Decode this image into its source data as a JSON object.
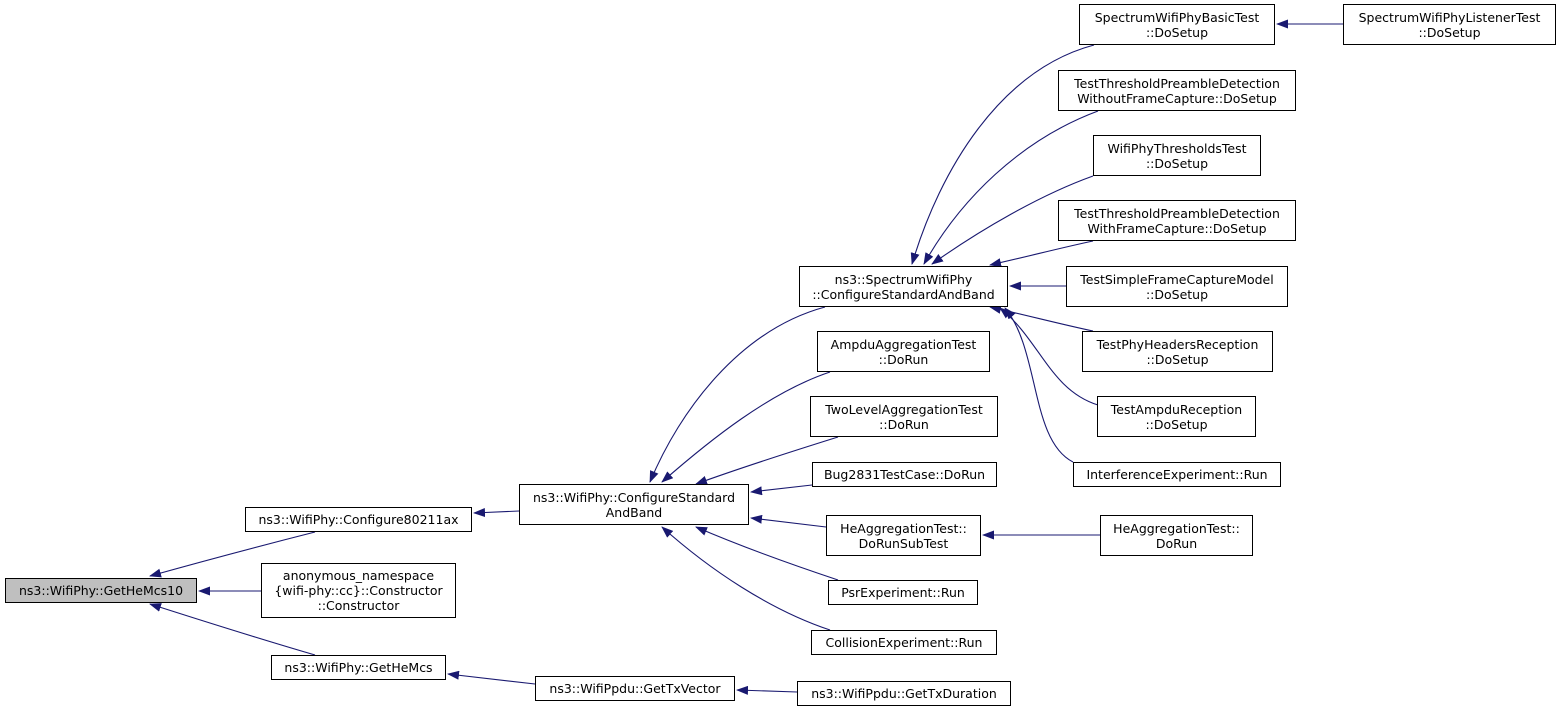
{
  "colors": {
    "edge": "#191970",
    "node_border": "#000000",
    "node_fill": "#ffffff",
    "focus_fill": "#bfbfbf"
  },
  "nodes": {
    "n_gethemcs10": {
      "lines": [
        "ns3::WifiPhy::GetHeMcs10"
      ],
      "focus": true
    },
    "n_configure80211ax": {
      "lines": [
        "ns3::WifiPhy::Configure80211ax"
      ]
    },
    "n_anon_ctor": {
      "lines": [
        "anonymous_namespace",
        "{wifi-phy::cc}::Constructor",
        "::Constructor"
      ]
    },
    "n_gethemcs": {
      "lines": [
        "ns3::WifiPhy::GetHeMcs"
      ]
    },
    "n_wifiphy_csab": {
      "lines": [
        "ns3::WifiPhy::ConfigureStandard",
        "AndBand"
      ]
    },
    "n_gettxvector": {
      "lines": [
        "ns3::WifiPpdu::GetTxVector"
      ]
    },
    "n_spectrum_csab": {
      "lines": [
        "ns3::SpectrumWifiPhy",
        "::ConfigureStandardAndBand"
      ]
    },
    "n_ampdu_agg": {
      "lines": [
        "AmpduAggregationTest",
        "::DoRun"
      ]
    },
    "n_twolevel": {
      "lines": [
        "TwoLevelAggregationTest",
        "::DoRun"
      ]
    },
    "n_bug2831": {
      "lines": [
        "Bug2831TestCase::DoRun"
      ]
    },
    "n_he_subtest": {
      "lines": [
        "HeAggregationTest::",
        "DoRunSubTest"
      ]
    },
    "n_psr": {
      "lines": [
        "PsrExperiment::Run"
      ]
    },
    "n_collision": {
      "lines": [
        "CollisionExperiment::Run"
      ]
    },
    "n_gettxduration": {
      "lines": [
        "ns3::WifiPpdu::GetTxDuration"
      ]
    },
    "n_basic": {
      "lines": [
        "SpectrumWifiPhyBasicTest",
        "::DoSetup"
      ]
    },
    "n_listener": {
      "lines": [
        "SpectrumWifiPhyListenerTest",
        "::DoSetup"
      ]
    },
    "n_thr_without": {
      "lines": [
        "TestThresholdPreambleDetection",
        "WithoutFrameCapture::DoSetup"
      ]
    },
    "n_thresholds": {
      "lines": [
        "WifiPhyThresholdsTest",
        "::DoSetup"
      ]
    },
    "n_thr_with": {
      "lines": [
        "TestThresholdPreambleDetection",
        "WithFrameCapture::DoSetup"
      ]
    },
    "n_simplefc": {
      "lines": [
        "TestSimpleFrameCaptureModel",
        "::DoSetup"
      ]
    },
    "n_phyheaders": {
      "lines": [
        "TestPhyHeadersReception",
        "::DoSetup"
      ]
    },
    "n_ampdu_rx": {
      "lines": [
        "TestAmpduReception",
        "::DoSetup"
      ]
    },
    "n_interference": {
      "lines": [
        "InterferenceExperiment::Run"
      ]
    },
    "n_he_dorun": {
      "lines": [
        "HeAggregationTest::",
        "DoRun"
      ]
    }
  }
}
